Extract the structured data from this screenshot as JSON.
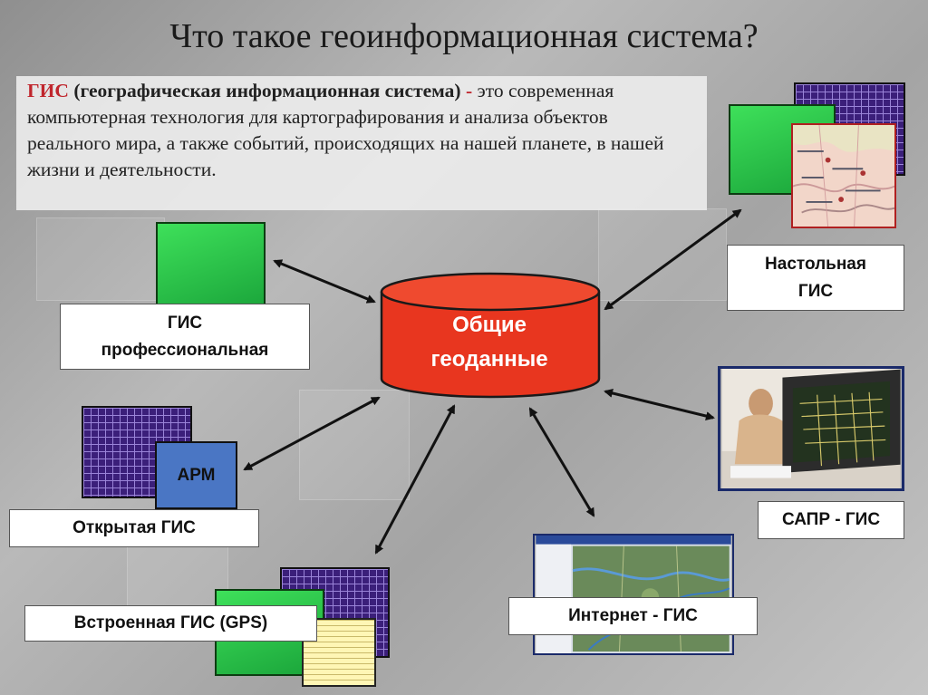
{
  "title": "Что такое геоинформационная система?",
  "definition": {
    "term": "ГИС",
    "expansion": "(географическая информационная система)",
    "dash": " - ",
    "text": "это современная компьютерная технология для картографирования и анализа объектов реального мира, а также событий, происходящих на нашей планете, в нашей жизни и деятельности."
  },
  "center": {
    "line1": "Общие",
    "line2": "геоданные"
  },
  "nodes": {
    "professional": {
      "line1": "ГИС",
      "line2": "профессиональная"
    },
    "desktop": {
      "line1": "Настольная",
      "line2": "ГИС"
    },
    "open": "Открытая ГИС",
    "arm": "АРМ",
    "cad": "САПР - ГИС",
    "embedded": "Встроенная ГИС (GPS)",
    "internet": "Интернет - ГИС"
  },
  "colors": {
    "cylinder": "#e8361f",
    "definition_term": "#c0262d",
    "green": "#2bc94a",
    "grid": "#3b1f7a",
    "blue": "#4a76c4"
  }
}
